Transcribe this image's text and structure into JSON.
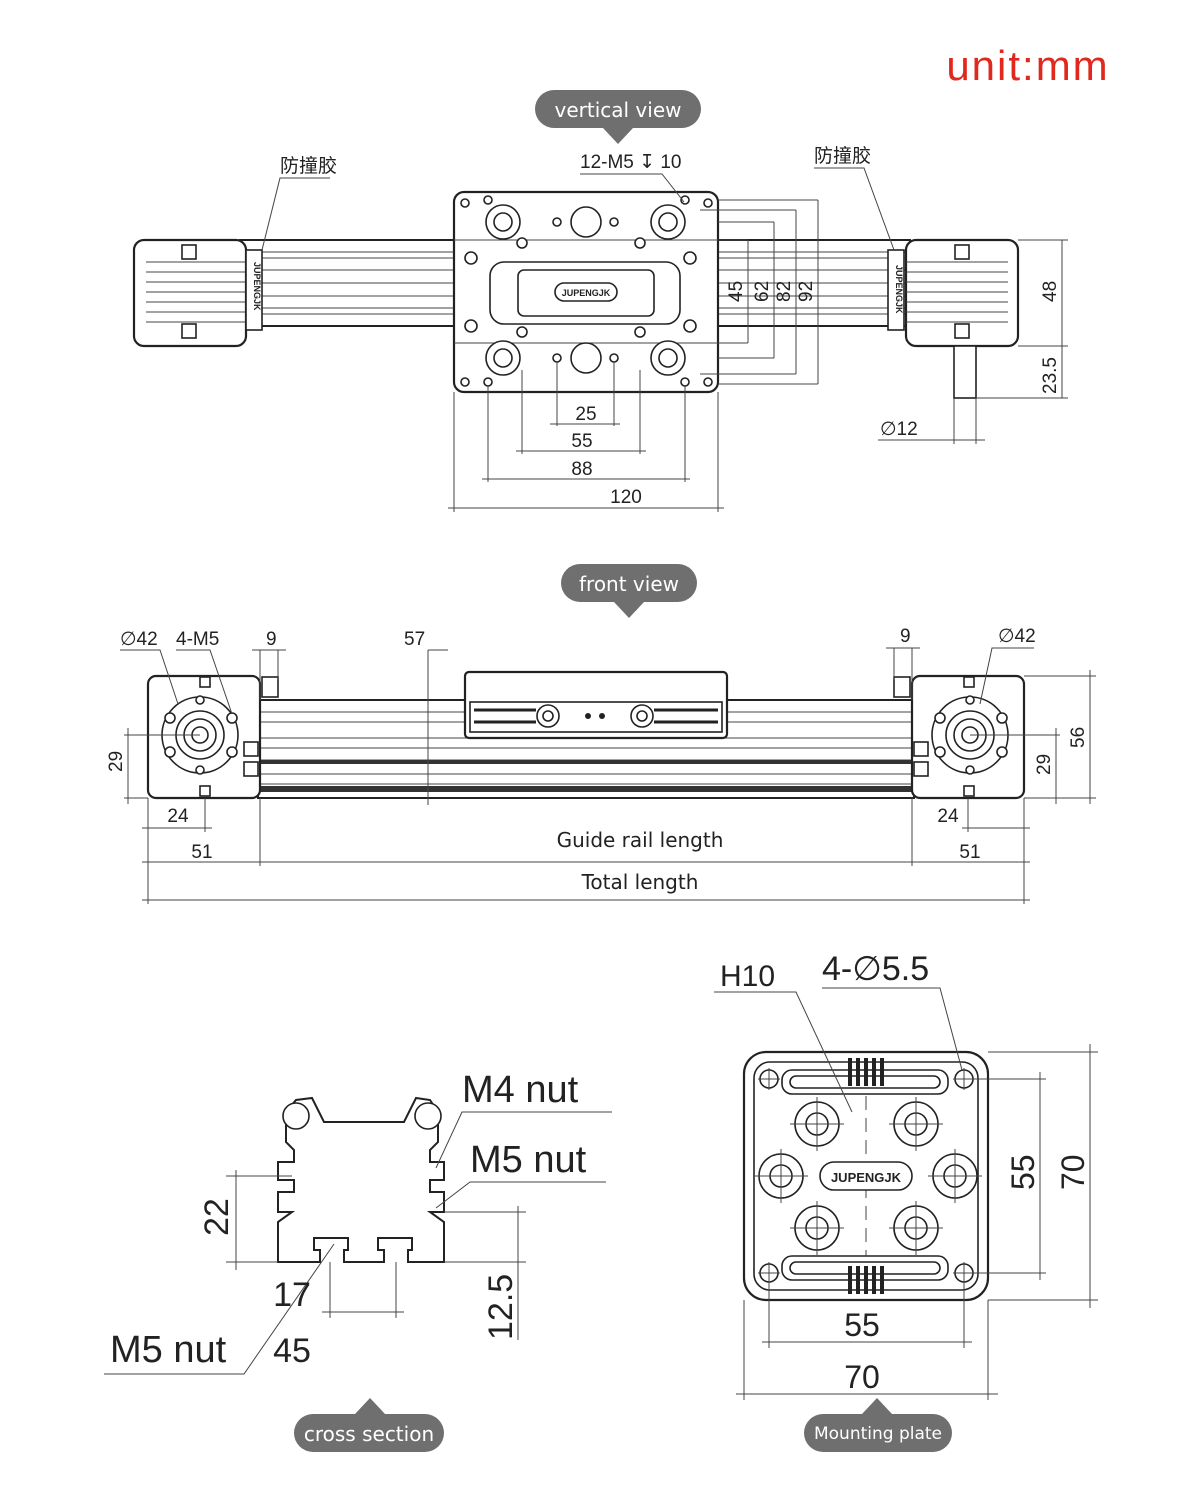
{
  "unit_label": "unit:mm",
  "colors": {
    "unit": "#e0281e",
    "pill": "#6f6f6f",
    "line": "#222222"
  },
  "vertical_view": {
    "title": "vertical view",
    "bumper_left": "防撞胶",
    "bumper_right": "防撞胶",
    "hole_callout": "12-M5 ↧ 10",
    "logo": "JUPENGJK",
    "dims": {
      "d45": "45",
      "d62": "62",
      "d82": "82",
      "d92": "92",
      "d48": "48",
      "d23_5": "23.5",
      "d25": "25",
      "d55": "55",
      "d88": "88",
      "d120": "120",
      "shaft": "∅12"
    }
  },
  "front_view": {
    "title": "front view",
    "dims": {
      "dia_left": "∅42",
      "m5_left": "4-M5",
      "nine_left": "9",
      "d57": "57",
      "nine_right": "9",
      "dia_right": "∅42",
      "d29_left": "29",
      "d29_right": "29",
      "d56": "56",
      "d24_left": "24",
      "d24_right": "24",
      "d51_left": "51",
      "d51_right": "51"
    },
    "guide_rail_length": "Guide rail length",
    "total_length": "Total length"
  },
  "cross_section": {
    "title": "cross section",
    "m4_nut": "M4 nut",
    "m5_nut_right": "M5 nut",
    "m5_nut_bottom": "M5 nut",
    "dims": {
      "d22": "22",
      "d17": "17",
      "d45": "45",
      "d12_5": "12.5"
    }
  },
  "mounting_plate": {
    "title": "Mounting plate",
    "h10": "H10",
    "holes": "4-∅5.5",
    "logo": "JUPENGJK",
    "dims": {
      "d55_v": "55",
      "d70_v": "70",
      "d55_h": "55",
      "d70_h": "70"
    }
  }
}
